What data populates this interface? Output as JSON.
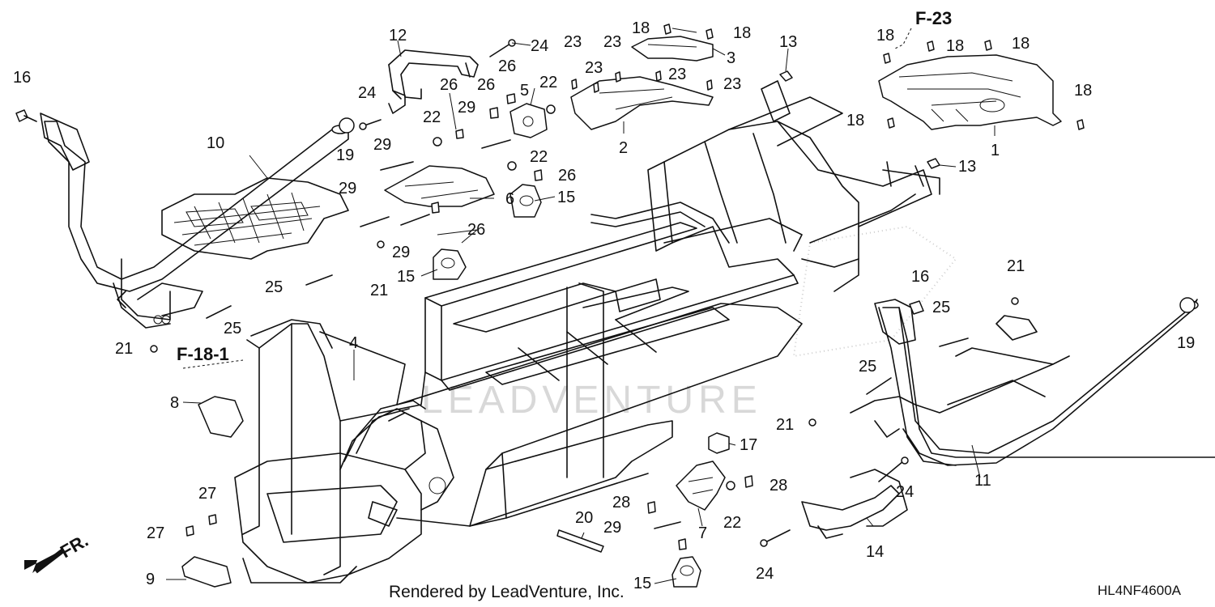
{
  "diagram": {
    "code": "HL4NF4600A",
    "footer": "Rendered by LeadVenture, Inc.",
    "watermark": "LEADVENTURE",
    "front_label": "FR."
  },
  "callouts": {
    "c1": "1",
    "c2": "2",
    "c3": "3",
    "c4": "4",
    "c5": "5",
    "c6": "6",
    "c7": "7",
    "c8": "8",
    "c9": "9",
    "c10": "10",
    "c11": "11",
    "c12": "12",
    "c13a": "13",
    "c13b": "13",
    "c14": "14",
    "c15a": "15",
    "c15b": "15",
    "c15c": "15",
    "c16a": "16",
    "c16b": "16",
    "c17": "17",
    "c18a": "18",
    "c18b": "18",
    "c18c": "18",
    "c18d": "18",
    "c18e": "18",
    "c18f": "18",
    "c18g": "18",
    "c19a": "19",
    "c19b": "19",
    "c20": "20",
    "c21a": "21",
    "c21b": "21",
    "c21c": "21",
    "c21d": "21",
    "c22a": "22",
    "c22b": "22",
    "c22c": "22",
    "c22d": "22",
    "c23a": "23",
    "c23b": "23",
    "c23c": "23",
    "c23d": "23",
    "c23e": "23",
    "c24a": "24",
    "c24b": "24",
    "c24c": "24",
    "c24d": "24",
    "c25a": "25",
    "c25b": "25",
    "c25c": "25",
    "c25d": "25",
    "c26a": "26",
    "c26b": "26",
    "c26c": "26",
    "c26d": "26",
    "c26e": "26",
    "c27a": "27",
    "c27b": "27",
    "c28a": "28",
    "c28b": "28",
    "c29a": "29",
    "c29b": "29",
    "c29c": "29",
    "c29d": "29",
    "c29e": "29"
  },
  "refs": {
    "f23": "F-23",
    "f181": "F-18-1"
  }
}
